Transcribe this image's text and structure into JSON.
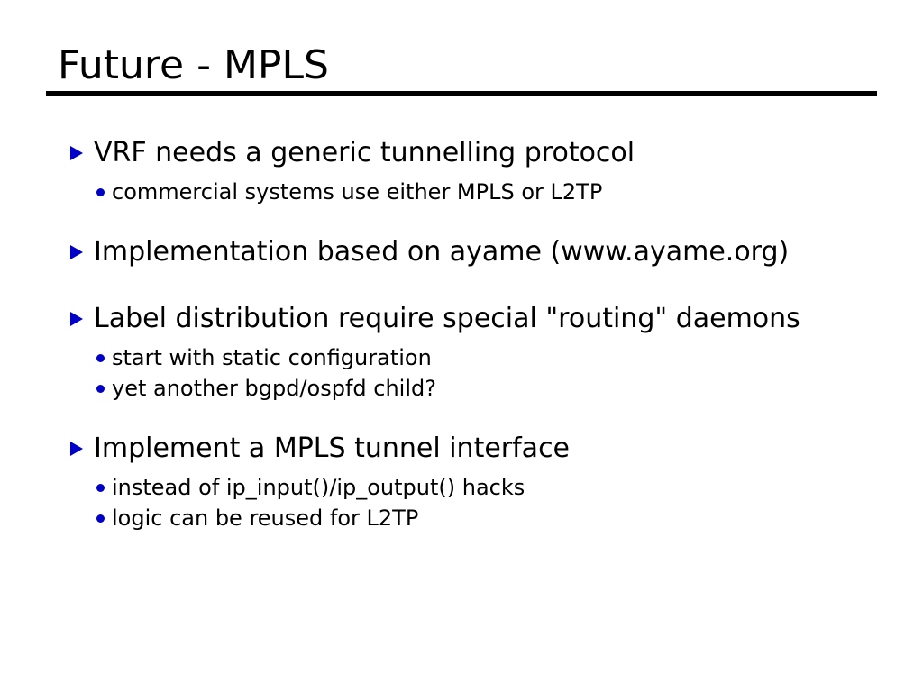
{
  "slide": {
    "title": "Future - MPLS",
    "background_color": "#ffffff",
    "text_color": "#000000",
    "bullet_color": "#0000c8",
    "rule_color": "#000000",
    "groups": [
      {
        "level1": "VRF needs a generic tunnelling protocol",
        "level2": [
          "commercial systems use either MPLS or L2TP"
        ]
      },
      {
        "level1": "Implementation based on ayame (www.ayame.org)",
        "level2": []
      },
      {
        "level1": "Label distribution require special \"routing\" daemons",
        "level2": [
          "start with static configuration",
          "yet another bgpd/ospfd child?"
        ]
      },
      {
        "level1": "Implement a MPLS tunnel interface",
        "level2": [
          "instead of ip_input()/ip_output() hacks",
          "logic can be reused for L2TP"
        ]
      }
    ]
  }
}
